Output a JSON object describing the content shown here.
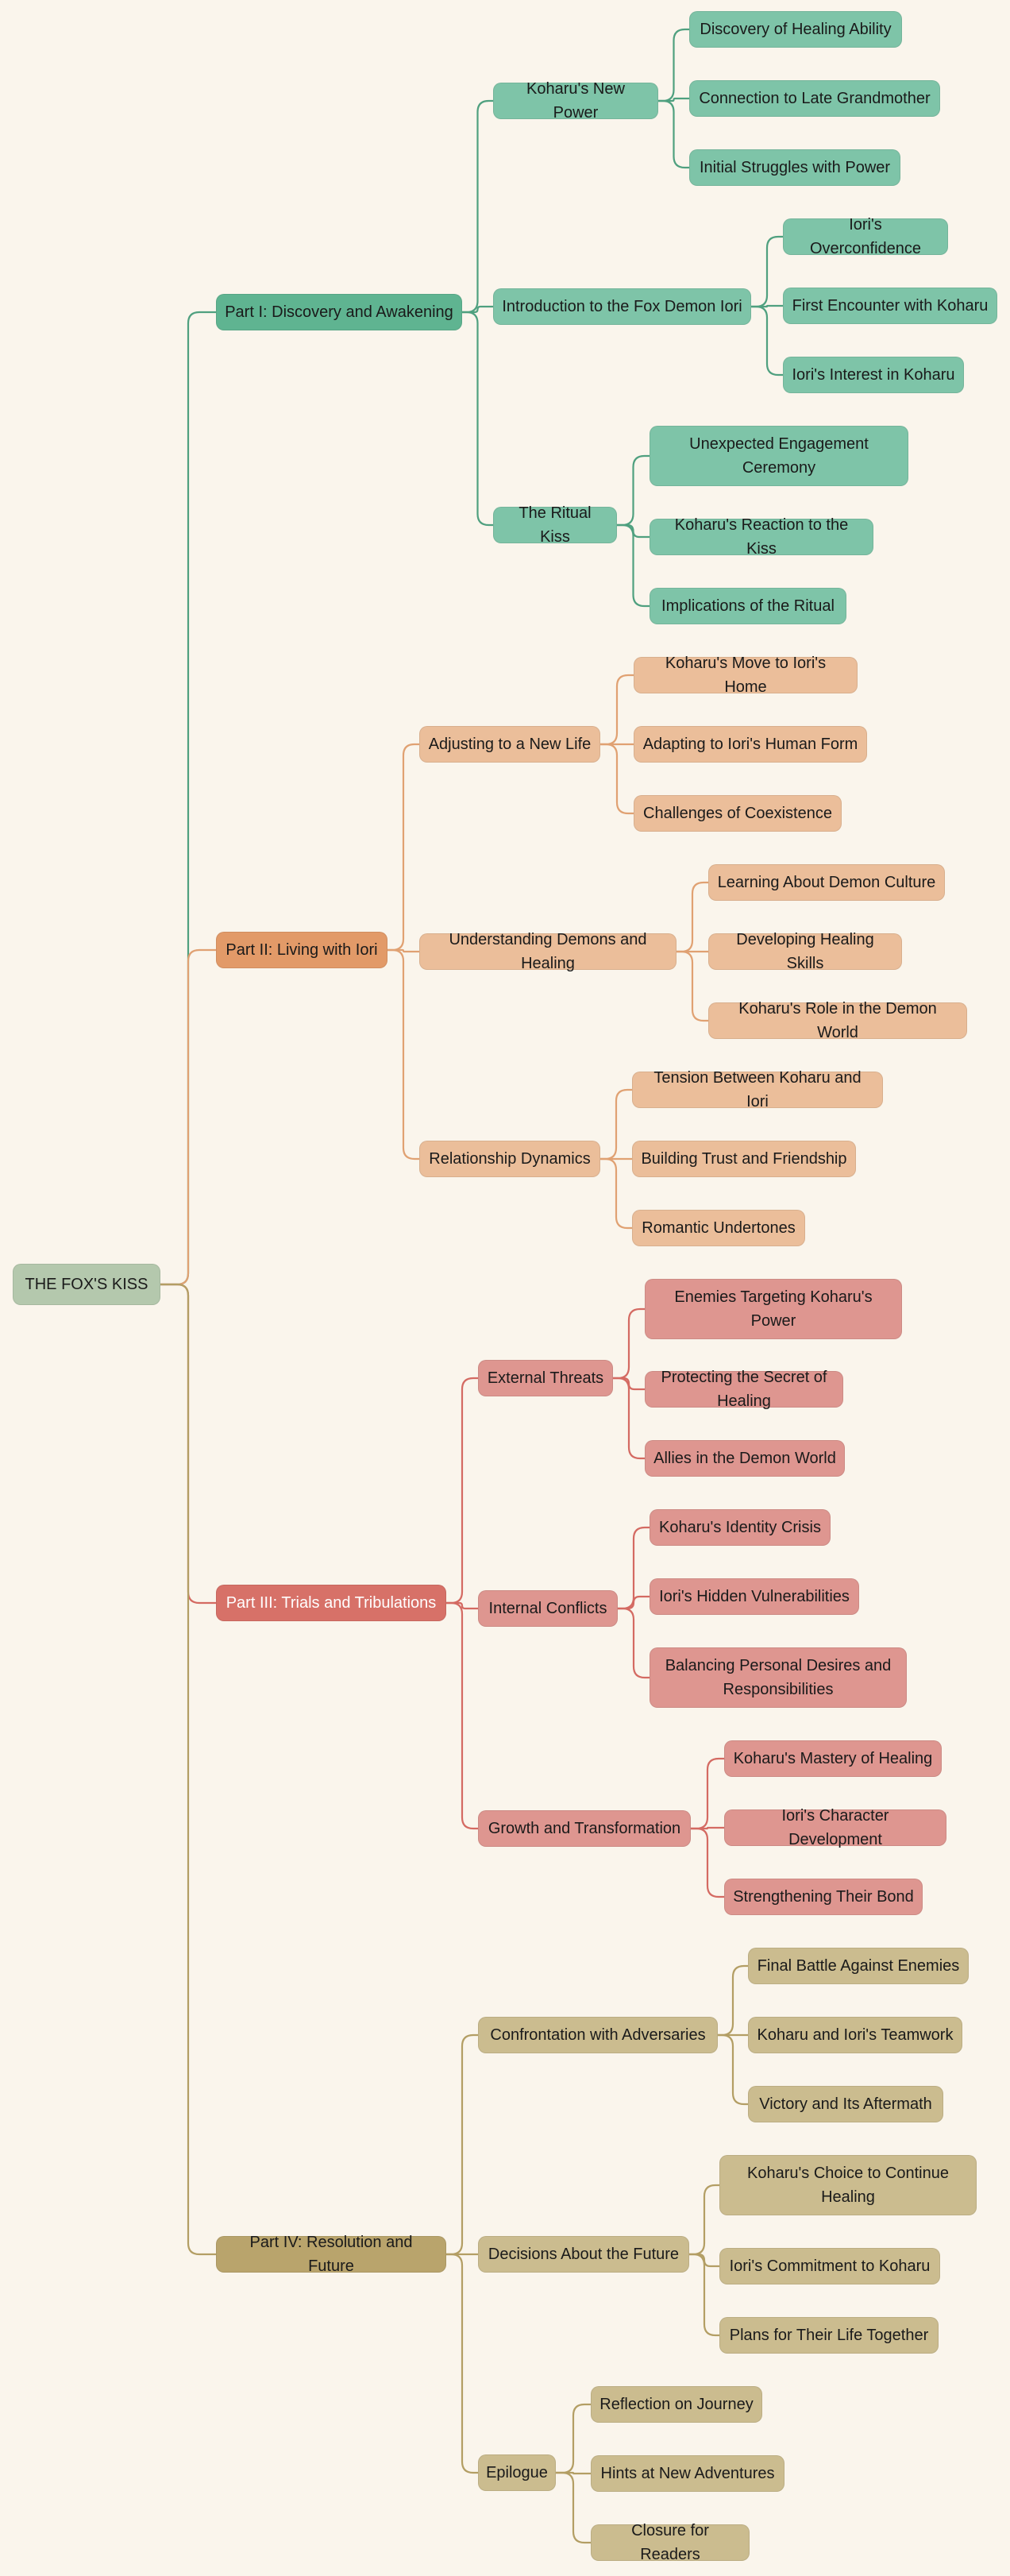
{
  "root": {
    "label": "THE FOX'S KISS",
    "color": "#b4c8ad"
  },
  "branches": [
    {
      "label": "Part I: Discovery and Awakening",
      "color": "#5fb491",
      "line": "#4fa07f",
      "leaf": "#7ec4a8",
      "text": "dark",
      "children": [
        {
          "label": "Koharu's New Power",
          "children": [
            "Discovery of Healing Ability",
            "Connection to Late Grandmother",
            "Initial Struggles with Power"
          ]
        },
        {
          "label": "Introduction to the Fox Demon Iori",
          "children": [
            "Iori's Overconfidence",
            "First Encounter with Koharu",
            "Iori's Interest in Koharu"
          ]
        },
        {
          "label": "The Ritual Kiss",
          "children": [
            "Unexpected Engagement Ceremony",
            "Koharu's Reaction to the Kiss",
            "Implications of the Ritual"
          ]
        }
      ]
    },
    {
      "label": "Part II: Living with Iori",
      "color": "#e29a68",
      "line": "#e0a172",
      "leaf": "#ebbe9a",
      "text": "dark",
      "children": [
        {
          "label": "Adjusting to a New Life",
          "children": [
            "Koharu's Move to Iori's Home",
            "Adapting to Iori's Human Form",
            "Challenges of Coexistence"
          ]
        },
        {
          "label": "Understanding Demons and Healing",
          "children": [
            "Learning About Demon Culture",
            "Developing Healing Skills",
            "Koharu's Role in the Demon World"
          ]
        },
        {
          "label": "Relationship Dynamics",
          "children": [
            "Tension Between Koharu and Iori",
            "Building Trust and Friendship",
            "Romantic Undertones"
          ]
        }
      ]
    },
    {
      "label": "Part III: Trials and Tribulations",
      "color": "#d77168",
      "line": "#d46a62",
      "leaf": "#de9690",
      "text": "light",
      "children": [
        {
          "label": "External Threats",
          "children": [
            "Enemies Targeting Koharu's Power",
            "Protecting the Secret of Healing",
            "Allies in the Demon World"
          ]
        },
        {
          "label": "Internal Conflicts",
          "children": [
            "Koharu's Identity Crisis",
            "Iori's Hidden Vulnerabilities",
            "Balancing Personal Desires and Responsibilities"
          ]
        },
        {
          "label": "Growth and Transformation",
          "children": [
            "Koharu's Mastery of Healing",
            "Iori's Character Development",
            "Strengthening Their Bond"
          ]
        }
      ]
    },
    {
      "label": "Part IV: Resolution and Future",
      "color": "#b9a46c",
      "line": "#b39e64",
      "leaf": "#cbbc8f",
      "text": "dark",
      "children": [
        {
          "label": "Confrontation with Adversaries",
          "children": [
            "Final Battle Against Enemies",
            "Koharu and Iori's Teamwork",
            "Victory and Its Aftermath"
          ]
        },
        {
          "label": "Decisions About the Future",
          "children": [
            "Koharu's Choice to Continue Healing",
            "Iori's Commitment to Koharu",
            "Plans for Their Life Together"
          ]
        },
        {
          "label": "Epilogue",
          "children": [
            "Reflection on Journey",
            "Hints at New Adventures",
            "Closure for Readers"
          ]
        }
      ]
    }
  ]
}
